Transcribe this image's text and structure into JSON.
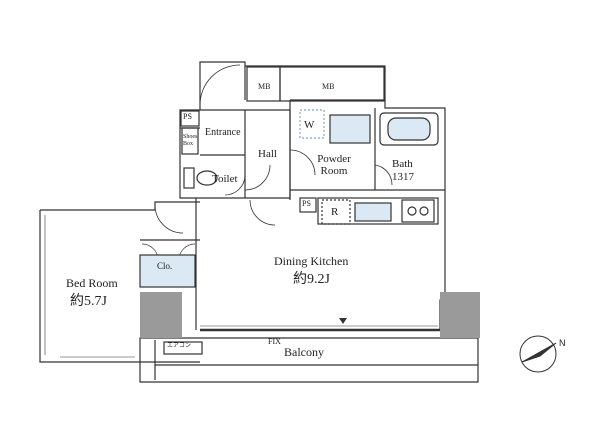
{
  "rooms": {
    "mb_left": "MB",
    "mb_right": "MB",
    "ps_top": "PS",
    "entrance": "Entrance",
    "shoes_box": "Shoes Box",
    "hall": "Hall",
    "w": "W",
    "powder_room_line1": "Powder",
    "powder_room_line2": "Room",
    "bath": "Bath",
    "bath_size": "1317",
    "toilet": "Toilet",
    "ps_kitchen": "PS",
    "r": "R",
    "clo": "Clo.",
    "dining_kitchen": "Dining Kitchen",
    "dining_kitchen_area": "約9.2J",
    "bed_room": "Bed Room",
    "bed_room_area": "約5.7J",
    "fix": "FIX",
    "balcony": "Balcony",
    "aircon": "エアコン"
  },
  "compass": {
    "label": "N"
  },
  "colors": {
    "line": "#333333",
    "pillar": "#9a9a9a",
    "fixture_fill": "#dbe9f5",
    "dashed": "#7ea6cf"
  }
}
